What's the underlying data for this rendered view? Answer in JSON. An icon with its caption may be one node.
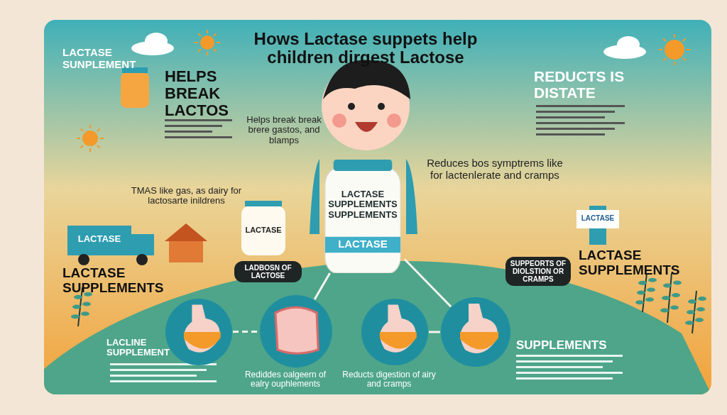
{
  "diagram": {
    "title": "Hows Lactase suppets help children dirgest Lactose",
    "nodes": [
      {
        "text": [
          "LACTASE SUPPLEMENTS SUPPLEMENTS",
          "LACTASE"
        ]
      },
      {
        "text": [],
        "shape": "picture"
      },
      {
        "text": [],
        "shape": "picture"
      },
      {
        "text": [],
        "shape": "picture"
      },
      {
        "text": [],
        "shape": "picture"
      }
    ],
    "edges": [
      {
        "from": 1,
        "to": 2,
        "arrow": "none",
        "style": "dashed"
      },
      {
        "from": 2,
        "to": 0,
        "arrow": "none"
      },
      {
        "from": 3,
        "to": 4,
        "arrow": "none"
      },
      {
        "from": 0,
        "to": 4,
        "arrow": "none"
      }
    ],
    "labels": [
      "LACTASE SUNPLEMENT",
      "HELPS BREAK LACTOS",
      "Helps break break brere gastos, and blamps",
      "REDUCTS IS DISTATE",
      "Reduces bos symptrems like for lactenlerate and cramps",
      "TMAS like gas, as dairy for lactosarte inildrens",
      "LACTASE",
      "LADBOSN OF LACTOSE",
      "LACTASE",
      "LACTASE SUPPLEMENTS",
      "LACTASE",
      "SUPPEORTS OF DIOLSTION OR CRAMPS",
      "LACTASE SUPPLEMENTS",
      "LACLINE SUPPLEMENT",
      "Rediddes oalgeern of ealry ouphlements",
      "Reducts digestion of airy and cramps",
      "SUPPLEMENTS"
    ]
  }
}
